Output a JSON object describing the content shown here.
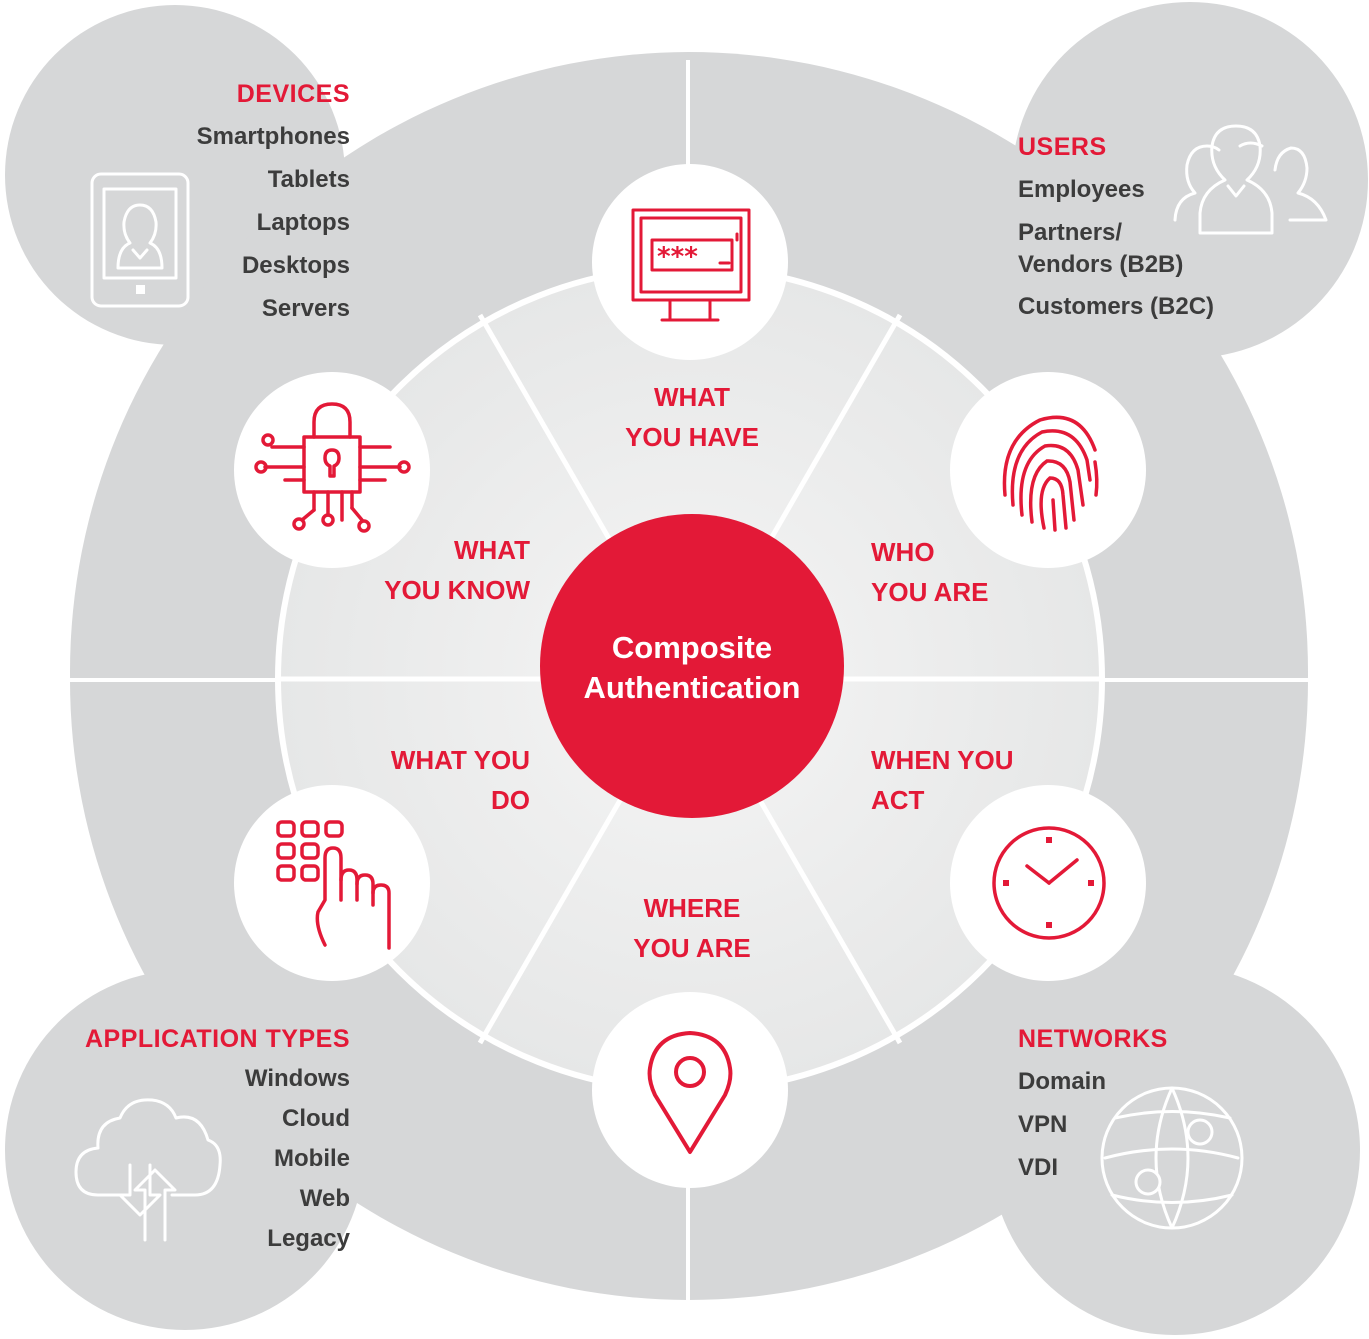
{
  "center": {
    "line1": "Composite",
    "line2": "Authentication"
  },
  "segments": {
    "have": {
      "line1": "WHAT",
      "line2": "YOU HAVE"
    },
    "who": {
      "line1": "WHO",
      "line2": "YOU ARE"
    },
    "when": {
      "line1": "WHEN YOU",
      "line2": "ACT"
    },
    "where": {
      "line1": "WHERE",
      "line2": "YOU ARE"
    },
    "do": {
      "line1": "WHAT YOU",
      "line2": "DO"
    },
    "know": {
      "line1": "WHAT",
      "line2": "YOU KNOW"
    }
  },
  "devices": {
    "title": "DEVICES",
    "items": [
      "Smartphones",
      "Tablets",
      "Laptops",
      "Desktops",
      "Servers"
    ]
  },
  "users": {
    "title": "USERS",
    "items": [
      "Employees",
      "Partners/",
      "Vendors (B2B)",
      "Customers (B2C)"
    ]
  },
  "app_types": {
    "title": "APPLICATION TYPES",
    "items": [
      "Windows",
      "Cloud",
      "Mobile",
      "Web",
      "Legacy"
    ]
  },
  "networks": {
    "title": "NETWORKS",
    "items": [
      "Domain",
      "VPN",
      "VDI"
    ]
  },
  "colors": {
    "accent": "#e31937",
    "quadrant": "#d6d7d8",
    "wheel": "#ebecec",
    "text": "#3c3c3c"
  },
  "icons": {
    "have": "password-monitor-icon",
    "who": "fingerprint-icon",
    "when": "clock-icon",
    "where": "location-pin-icon",
    "do": "keypad-touch-icon",
    "know": "padlock-circuit-icon",
    "devices": "tablet-user-icon",
    "users": "user-group-icon",
    "app_types": "cloud-transfer-icon",
    "networks": "globe-network-icon"
  }
}
